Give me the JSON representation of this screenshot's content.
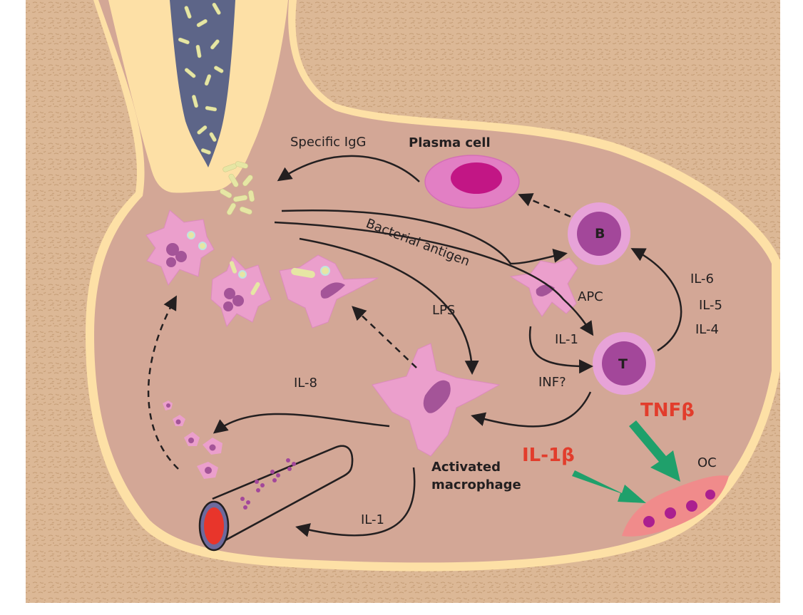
{
  "labels": {
    "specific_igg": "Specific IgG",
    "plasma_cell": "Plasma cell",
    "bacterial_antigen": "Bacterial antigen",
    "b_cell": "B",
    "t_cell": "T",
    "apc": "APC",
    "il6": "IL-6",
    "il5": "IL-5",
    "il4": "IL-4",
    "lps": "LPS",
    "il1_apc": "IL-1",
    "inf": "INF?",
    "il8": "IL-8",
    "activated_macrophage_line1": "Activated",
    "activated_macrophage_line2": "macrophage",
    "il1_bottom": "IL-1",
    "il1_beta": "IL-1β",
    "tnf_beta": "TNFβ",
    "oc": "OC"
  },
  "colors": {
    "bone_background": "#dcb896",
    "bone_speckle": "#c9a27c",
    "soft_tissue": "#d3a796",
    "enamel": "#fde0a6",
    "plaque": "#5d6588",
    "bacteria": "#e6e6a4",
    "cell_pink": "#eb9fcc",
    "cell_nucleus": "#a45498",
    "lymphocyte_ring": "#e7a3d8",
    "lymphocyte_core": "#a3479a",
    "plasma_nucleus": "#c21685",
    "vessel_lumen": "#e8352b",
    "osteoclast": "#f08b8b",
    "osteoclast_nucleus": "#ab1f8f",
    "green_arrow": "#1fa06b",
    "red_text": "#e23d2c",
    "arrow": "#231f20"
  }
}
